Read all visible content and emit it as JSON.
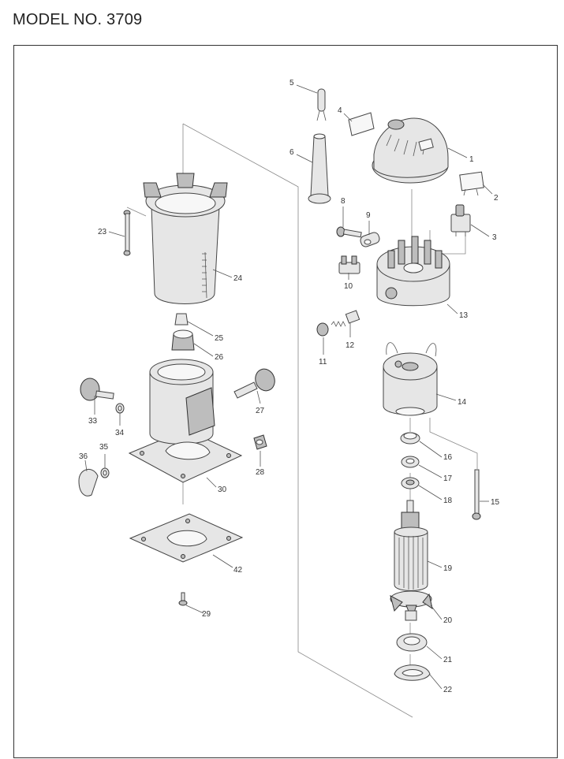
{
  "model_title": "MODEL NO. 3709",
  "parts": [
    {
      "id": "p1",
      "number": "1"
    },
    {
      "id": "p2",
      "number": "2"
    },
    {
      "id": "p3",
      "number": "3"
    },
    {
      "id": "p4",
      "number": "4"
    },
    {
      "id": "p5",
      "number": "5"
    },
    {
      "id": "p6",
      "number": "6"
    },
    {
      "id": "p8",
      "number": "8"
    },
    {
      "id": "p9",
      "number": "9"
    },
    {
      "id": "p10",
      "number": "10"
    },
    {
      "id": "p11",
      "number": "11"
    },
    {
      "id": "p12",
      "number": "12"
    },
    {
      "id": "p13",
      "number": "13"
    },
    {
      "id": "p14",
      "number": "14"
    },
    {
      "id": "p15",
      "number": "15"
    },
    {
      "id": "p16",
      "number": "16"
    },
    {
      "id": "p17",
      "number": "17"
    },
    {
      "id": "p18",
      "number": "18"
    },
    {
      "id": "p19",
      "number": "19"
    },
    {
      "id": "p20",
      "number": "20"
    },
    {
      "id": "p21",
      "number": "21"
    },
    {
      "id": "p22",
      "number": "22"
    },
    {
      "id": "p23",
      "number": "23"
    },
    {
      "id": "p24",
      "number": "24"
    },
    {
      "id": "p25",
      "number": "25"
    },
    {
      "id": "p26",
      "number": "26"
    },
    {
      "id": "p27",
      "number": "27"
    },
    {
      "id": "p28",
      "number": "28"
    },
    {
      "id": "p29",
      "number": "29"
    },
    {
      "id": "p30",
      "number": "30"
    },
    {
      "id": "p33",
      "number": "33"
    },
    {
      "id": "p34",
      "number": "34"
    },
    {
      "id": "p35",
      "number": "35"
    },
    {
      "id": "p36",
      "number": "36"
    },
    {
      "id": "p42",
      "number": "42"
    }
  ]
}
